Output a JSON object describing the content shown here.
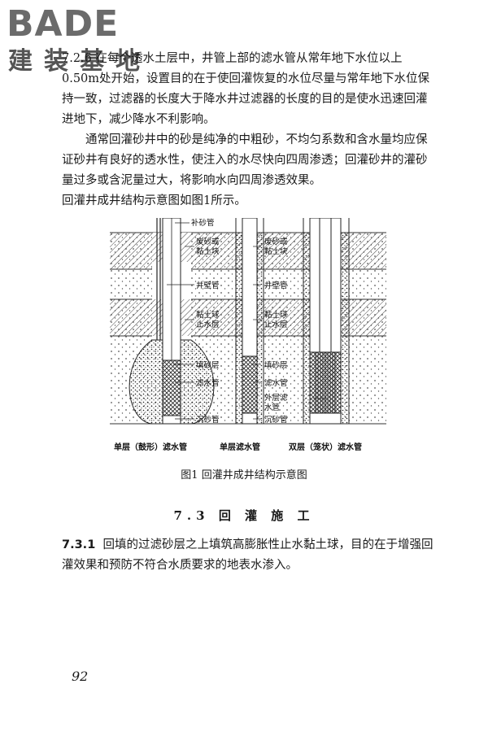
{
  "watermark": {
    "logo": "BADE",
    "subtitle": "建装基地"
  },
  "paragraphs": {
    "p1": "7.2.6  在每个透水土层中，井管上部的滤水管从常年地下水位以上0.50m处开始，设置目的在于使回灌恢复的水位尽量与常年地下水位保持一致，过滤器的长度大于降水井过滤器的长度的目的是使水迅速回灌进地下，减少降水不利影响。",
    "p2": "通常回灌砂井中的砂是纯净的中粗砂，不均匀系数和含水量均应保证砂井有良好的透水性，使注入的水尽快向四周渗透；回灌砂井的灌砂量过多或含泥量过大，将影响水向四周渗透效果。",
    "p3": "回灌井成井结构示意图如图1所示。"
  },
  "figure": {
    "labels": {
      "sand_refill_pipe": "补砂管",
      "waste_sand_left_1": "废砂或",
      "waste_sand_left_2": "黏土块",
      "waste_sand_right_1": "废砂或",
      "waste_sand_right_2": "黏土块",
      "casing_left": "井壁管",
      "casing_right": "井壁管",
      "clay_left_1": "黏土球",
      "clay_left_2": "止水层",
      "clay_right_1": "黏土球",
      "clay_right_2": "止水层",
      "fill_left": "填砂层",
      "fill_right": "填砂层",
      "screen_left": "滤水管",
      "screen_right": "滤水管",
      "outer_screen_1": "外层滤",
      "outer_screen_2": "水管",
      "sediment_left": "沉砂管",
      "sediment_right": "沉砂管"
    },
    "sub_captions": {
      "a": "单层（鼓形）滤水管",
      "b": "单层滤水管",
      "c": "双层（笼状）滤水管"
    },
    "caption": "图1  回灌井成井结构示意图"
  },
  "section_title": "7.3 回 灌 施 工",
  "clause": {
    "number": "7.3.1",
    "text": "回填的过滤砂层之上填筑高膨胀性止水黏土球，目的在于增强回灌效果和预防不符合水质要求的地表水渗入。"
  },
  "page_number": "92"
}
